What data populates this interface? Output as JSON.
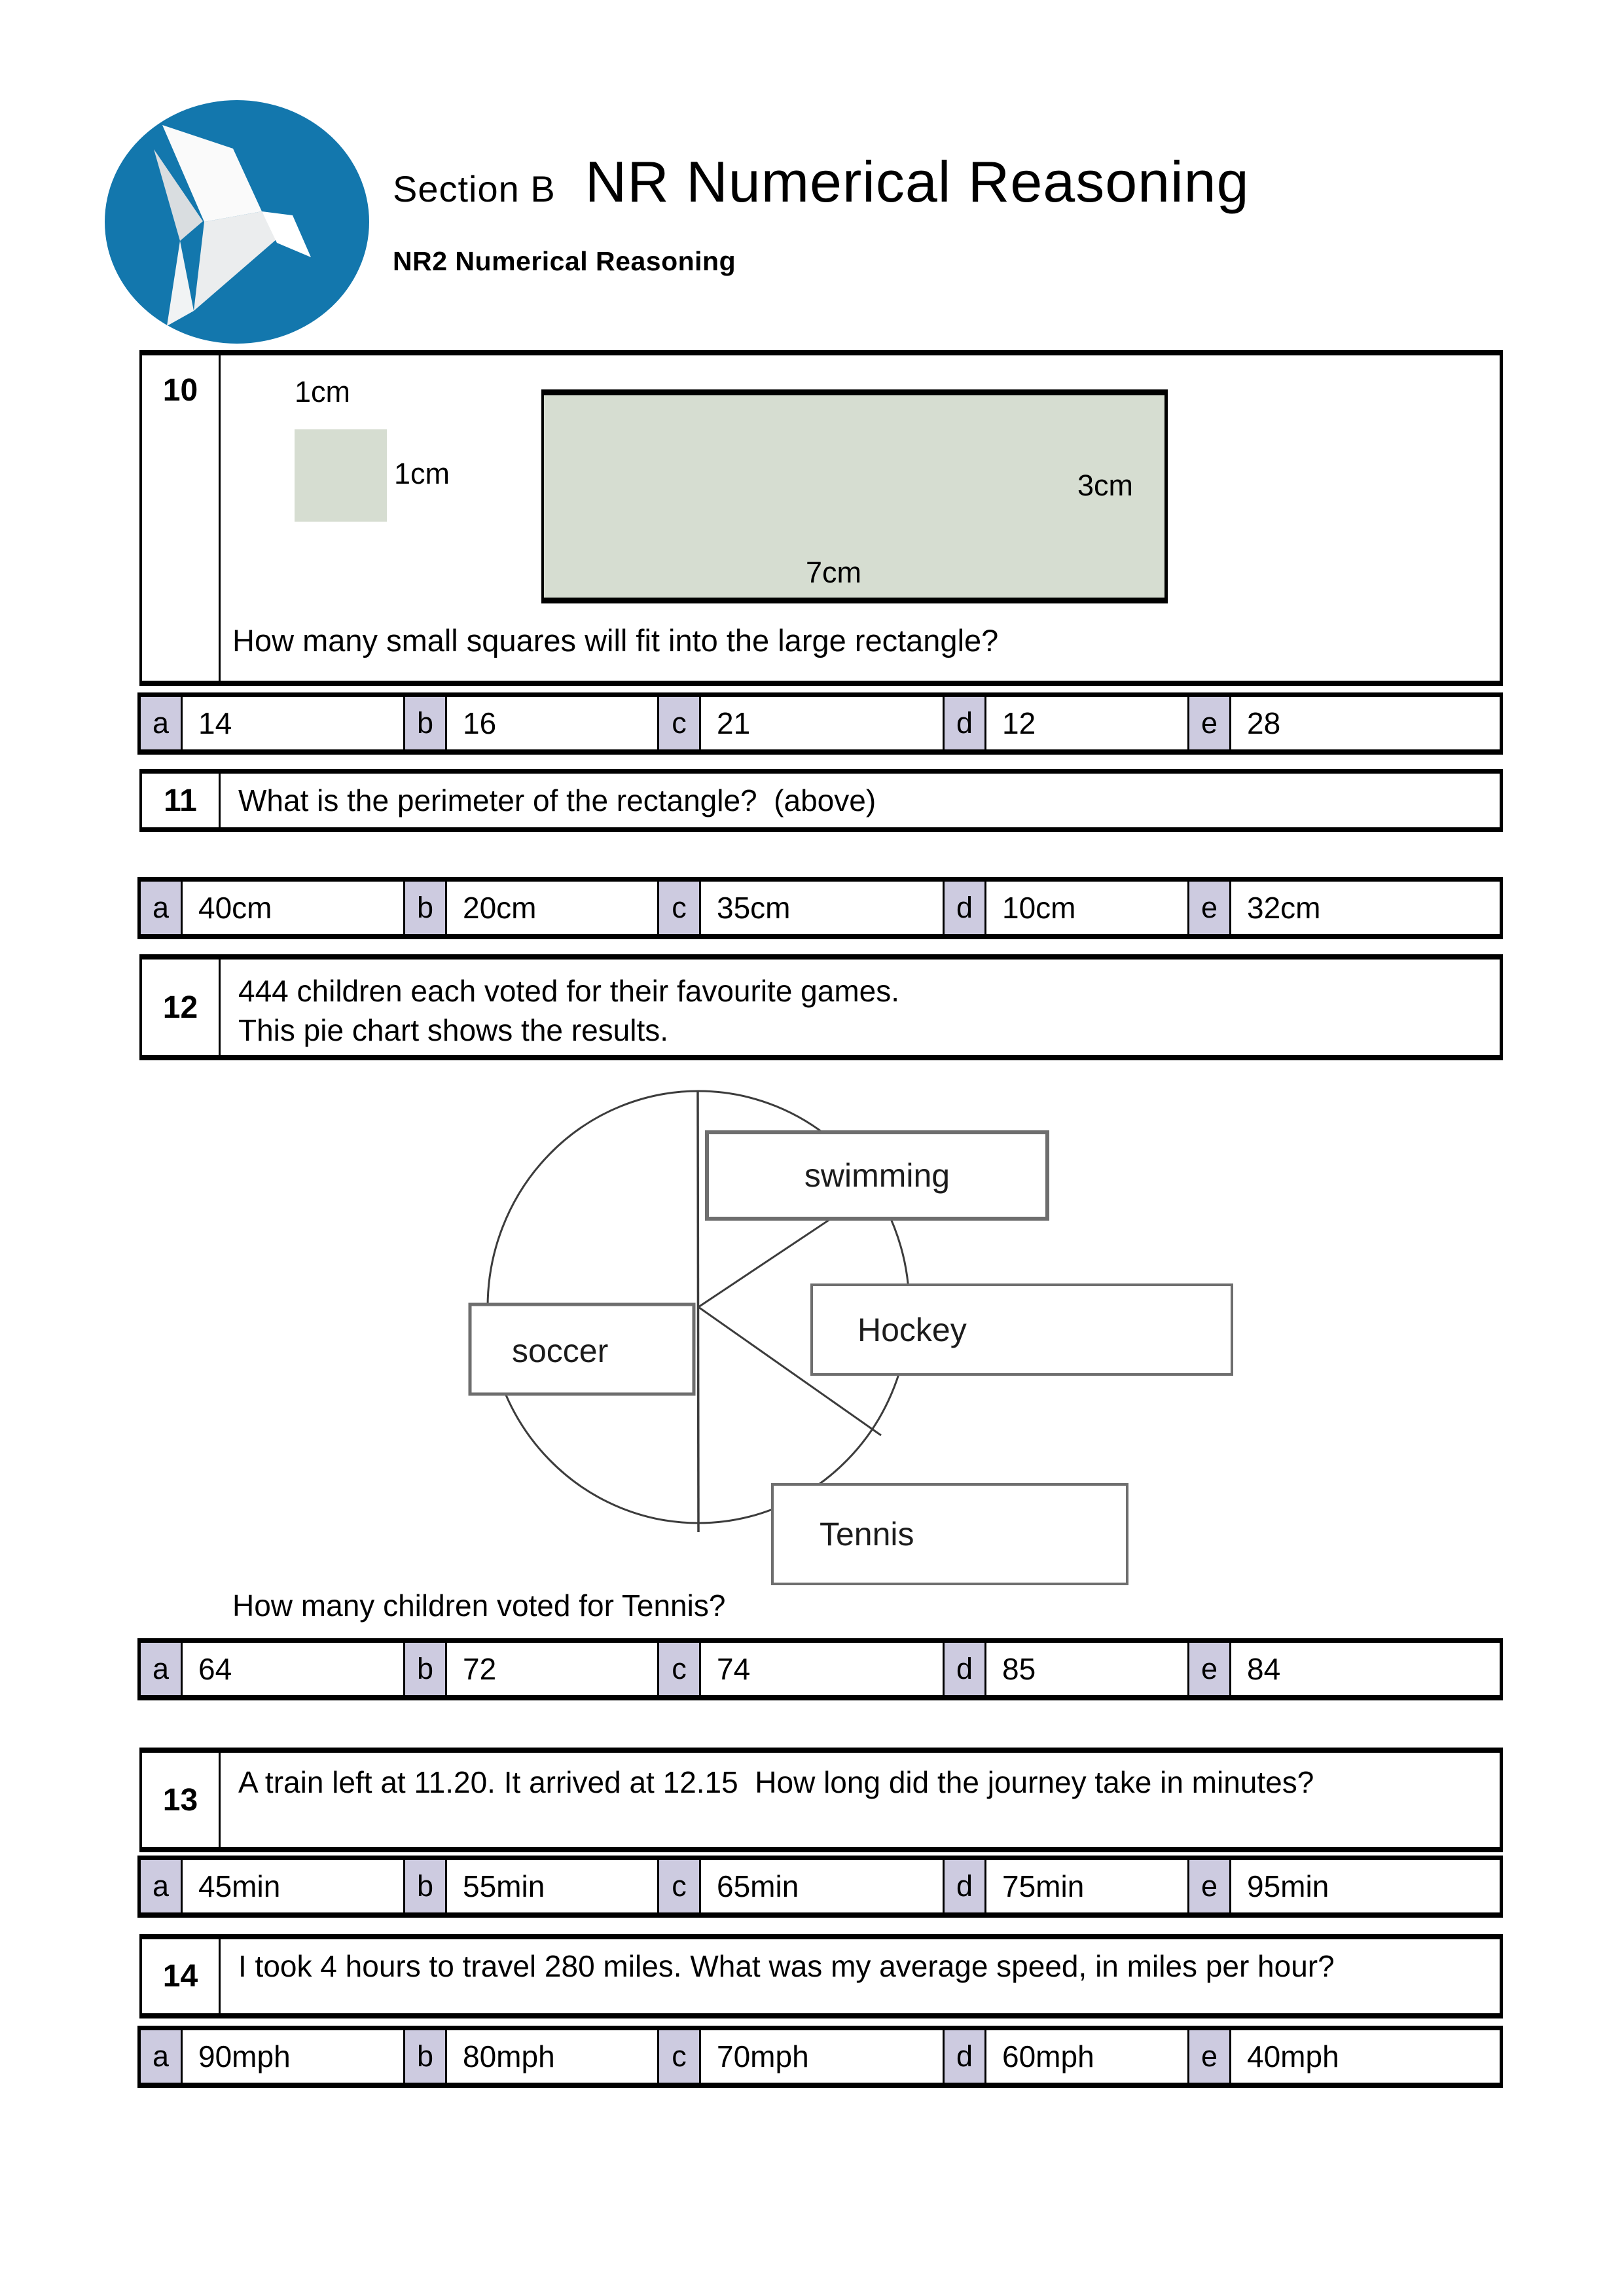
{
  "header": {
    "section_label": "Section B",
    "title": "NR Numerical Reasoning",
    "subtitle": "NR2 Numerical Reasoning",
    "logo_color": "#1377ad"
  },
  "q10": {
    "number": "10",
    "square_top_label": "1cm",
    "square_side_label": "1cm",
    "rect_height_label": "3cm",
    "rect_width_label": "7cm",
    "prompt": "How many small squares will fit into the large rectangle?",
    "answers": [
      {
        "letter": "a",
        "text": "14"
      },
      {
        "letter": "b",
        "text": "16"
      },
      {
        "letter": "c",
        "text": "21"
      },
      {
        "letter": "d",
        "text": "12"
      },
      {
        "letter": "e",
        "text": "28"
      }
    ]
  },
  "q11": {
    "number": "11",
    "prompt": "What is the perimeter of the rectangle?  (above)",
    "answers": [
      {
        "letter": "a",
        "text": "40cm"
      },
      {
        "letter": "b",
        "text": "20cm"
      },
      {
        "letter": "c",
        "text": "35cm"
      },
      {
        "letter": "d",
        "text": "10cm"
      },
      {
        "letter": "e",
        "text": "32cm"
      }
    ]
  },
  "q12": {
    "number": "12",
    "prompt_line1": "444 children each voted for their favourite games.",
    "prompt_line2": "This pie chart shows the results.",
    "followup": "How many children voted for Tennis?",
    "answers": [
      {
        "letter": "a",
        "text": "64"
      },
      {
        "letter": "b",
        "text": "72"
      },
      {
        "letter": "c",
        "text": "74"
      },
      {
        "letter": "d",
        "text": "85"
      },
      {
        "letter": "e",
        "text": "84"
      }
    ]
  },
  "q13": {
    "number": "13",
    "prompt": "A train left at 11.20. It arrived at 12.15  How long did the journey take in minutes?",
    "answers": [
      {
        "letter": "a",
        "text": "45min"
      },
      {
        "letter": "b",
        "text": "55min"
      },
      {
        "letter": "c",
        "text": "65min"
      },
      {
        "letter": "d",
        "text": "75min"
      },
      {
        "letter": "e",
        "text": "95min"
      }
    ]
  },
  "q14": {
    "number": "14",
    "prompt": "I took 4 hours to travel 280 miles. What was my average speed, in miles per hour?",
    "answers": [
      {
        "letter": "a",
        "text": "90mph"
      },
      {
        "letter": "b",
        "text": "80mph"
      },
      {
        "letter": "c",
        "text": "70mph"
      },
      {
        "letter": "d",
        "text": "60mph"
      },
      {
        "letter": "e",
        "text": "40mph"
      }
    ]
  },
  "pie_chart": {
    "type": "pie",
    "categories": [
      "swimming",
      "Hockey",
      "Tennis",
      "soccer"
    ],
    "approx_slice_degrees": [
      57,
      68,
      55,
      180
    ],
    "labels": {
      "swimming": "swimming",
      "hockey": "Hockey",
      "tennis": "Tennis",
      "soccer": "soccer"
    }
  },
  "colors": {
    "option_letter_bg": "#cdcbe0",
    "shape_fill": "#d6ddd1",
    "logo_blue": "#1377ad",
    "pie_box_border": "#6e6e6e"
  }
}
